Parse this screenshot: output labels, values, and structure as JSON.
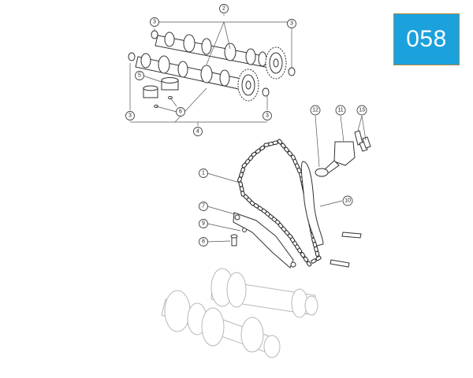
{
  "page_badge": {
    "label": "058",
    "color": "#1ba1dc",
    "border_color": "#b5893a"
  },
  "callouts": [
    {
      "id": "c2",
      "label": "2"
    },
    {
      "id": "c3a",
      "label": "3"
    },
    {
      "id": "c3b",
      "label": "3"
    },
    {
      "id": "c3c",
      "label": "3"
    },
    {
      "id": "c3d",
      "label": "3"
    },
    {
      "id": "c4",
      "label": "4"
    },
    {
      "id": "c5",
      "label": "5"
    },
    {
      "id": "c6",
      "label": "6"
    },
    {
      "id": "c12",
      "label": "12"
    },
    {
      "id": "c11",
      "label": "11"
    },
    {
      "id": "c13",
      "label": "13"
    },
    {
      "id": "c1",
      "label": "1"
    },
    {
      "id": "c10",
      "label": "10"
    },
    {
      "id": "c7",
      "label": "7"
    },
    {
      "id": "c9",
      "label": "9"
    },
    {
      "id": "c8",
      "label": "8"
    }
  ]
}
